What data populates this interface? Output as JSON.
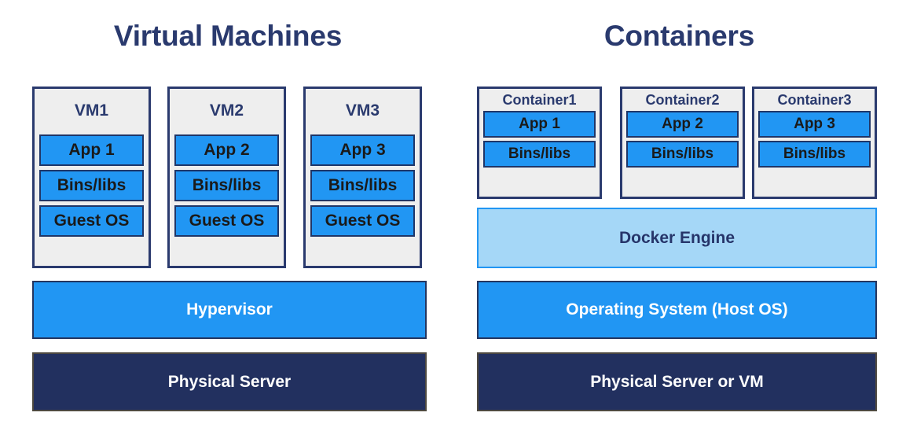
{
  "colors": {
    "title_navy": "#2a3a6e",
    "block_blue": "#2196f3",
    "light_blue": "#a5d7f7",
    "dark_navy": "#22305f",
    "shell_grey": "#eeeeee",
    "border_navy": "#1f3668",
    "page_background": "#ffffff"
  },
  "vm_section": {
    "title": "Virtual Machines",
    "units": [
      {
        "label": "VM1",
        "blocks": [
          "App 1",
          "Bins/libs",
          "Guest OS"
        ]
      },
      {
        "label": "VM2",
        "blocks": [
          "App 2",
          "Bins/libs",
          "Guest OS"
        ]
      },
      {
        "label": "VM3",
        "blocks": [
          "App 3",
          "Bins/libs",
          "Guest OS"
        ]
      }
    ],
    "layers": [
      {
        "label": "Hypervisor",
        "style": "blue"
      },
      {
        "label": "Physical Server",
        "style": "navy"
      }
    ]
  },
  "container_section": {
    "title": "Containers",
    "units": [
      {
        "label": "Container1",
        "blocks": [
          "App 1",
          "Bins/libs"
        ]
      },
      {
        "label": "Container2",
        "blocks": [
          "App 2",
          "Bins/libs"
        ]
      },
      {
        "label": "Container3",
        "blocks": [
          "App 3",
          "Bins/libs"
        ]
      }
    ],
    "layers": [
      {
        "label": "Docker Engine",
        "style": "lightblue"
      },
      {
        "label": "Operating System (Host OS)",
        "style": "blue"
      },
      {
        "label": "Physical Server or VM",
        "style": "navy"
      }
    ]
  }
}
